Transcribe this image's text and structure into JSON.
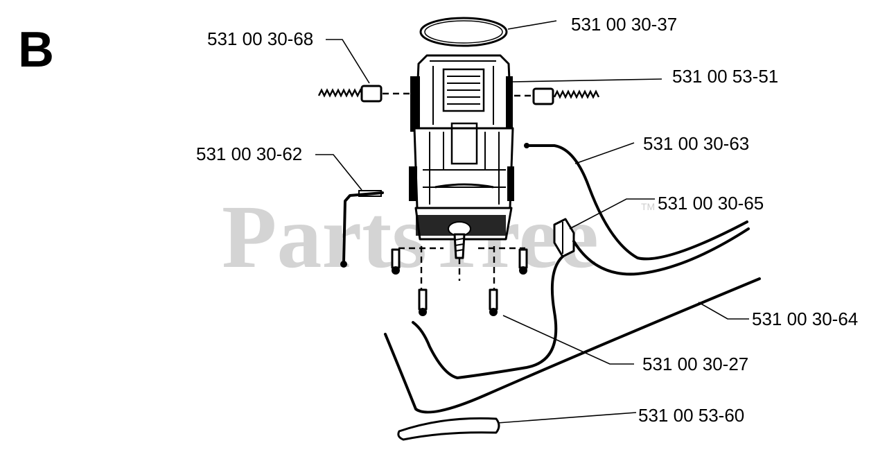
{
  "diagram": {
    "section_letter": "B",
    "watermark": "PartsTree",
    "watermark_tm": "TM",
    "parts": [
      {
        "id": "ring",
        "number": "531 00 30-37"
      },
      {
        "id": "carbon-brush",
        "number": "531 00 30-68"
      },
      {
        "id": "motor-housing",
        "number": "531 00 53-51"
      },
      {
        "id": "ground-wire",
        "number": "531 00 30-62"
      },
      {
        "id": "wire-lead-upper",
        "number": "531 00 30-63"
      },
      {
        "id": "connector",
        "number": "531 00 30-65"
      },
      {
        "id": "wire-lead-lower",
        "number": "531 00 30-64"
      },
      {
        "id": "screw",
        "number": "531 00 30-27"
      },
      {
        "id": "grommet",
        "number": "531 00 53-60"
      }
    ]
  }
}
